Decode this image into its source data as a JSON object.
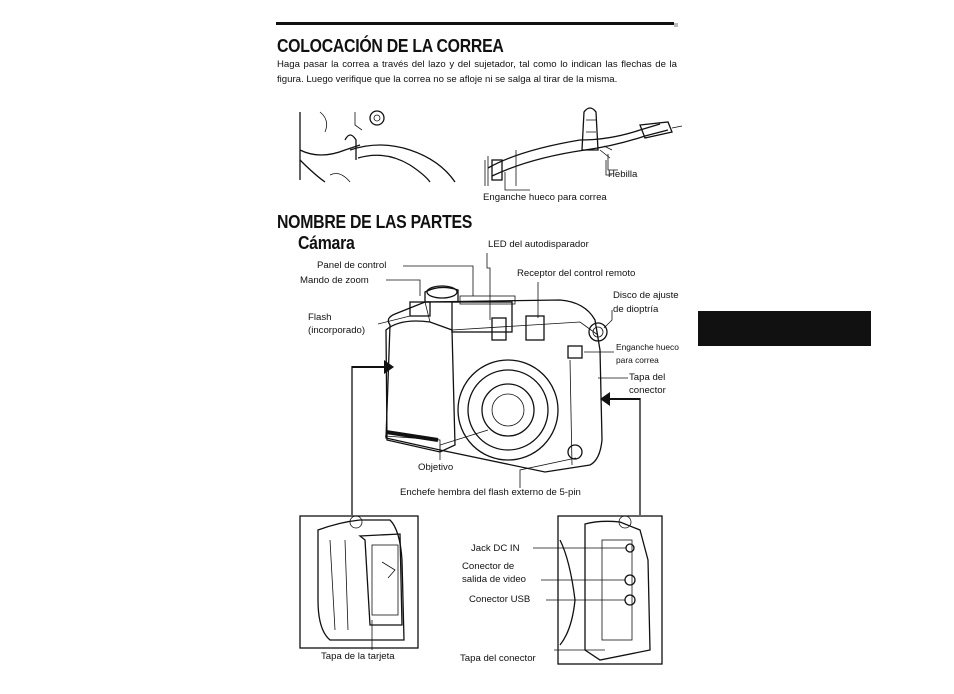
{
  "section1": {
    "heading": "COLOCACIÓN DE LA CORREA",
    "paragraph": "Haga pasar la correa a través del lazo y del sujetador, tal como lo indican las flechas de la figura. Luego verifique que la correa no se afloje ni se salga al tirar de la misma.",
    "labels": {
      "buckle": "Hebilla",
      "strap_eyelet": "Enganche hueco para correa"
    }
  },
  "section2": {
    "heading": "NOMBRE DE LAS PARTES",
    "subheading": "Cámara",
    "labels": {
      "self_timer_led": "LED del autodisparador",
      "control_panel": "Panel de control",
      "zoom_lever": "Mando de zoom",
      "remote_receiver": "Receptor del control remoto",
      "diopter_line1": "Disco de ajuste",
      "diopter_line2": "de dioptría",
      "flash_line1": "Flash",
      "flash_line2": "(incorporado)",
      "eyelet_line1": "Enganche hueco",
      "eyelet_line2": "para correa",
      "connector_cover_line1": "Tapa del",
      "connector_cover_line2": "conector",
      "lens": "Objetivo",
      "ext_flash_socket": "Enchefe hembra del flash externo de 5-pin",
      "dc_in": "Jack DC IN",
      "video_out_line1": "Conector de",
      "video_out_line2": "salida de video",
      "usb": "Conector USB",
      "card_cover": "Tapa de la tarjeta",
      "connector_cover_bottom": "Tapa del conector"
    }
  }
}
